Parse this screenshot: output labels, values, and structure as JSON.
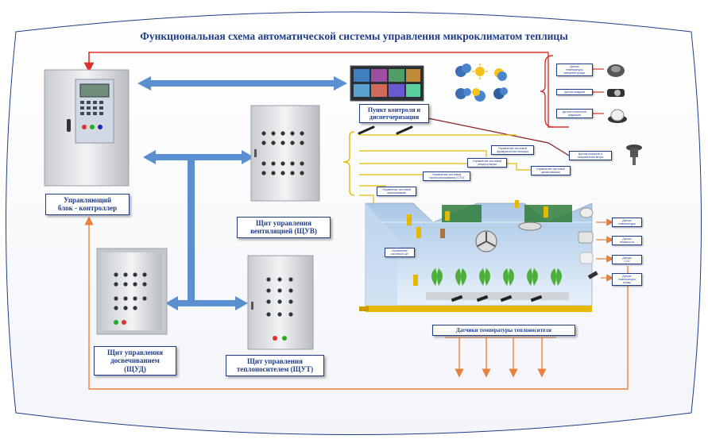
{
  "title": "Функциональная схема автоматической системы управления микроклиматом теплицы",
  "controller": {
    "label_lines": [
      "Управляющий",
      "блок - контроллер"
    ]
  },
  "dispatch": {
    "label_lines": [
      "Пункт контроля и",
      "диспетчеризации"
    ]
  },
  "ventilation_panel": {
    "label_lines": [
      "Щит управления",
      "вентиляцией (ЩУВ)"
    ]
  },
  "lighting_panel": {
    "label_lines": [
      "Щит управления",
      "досвечиванием",
      "(ЩУД)"
    ]
  },
  "heating_panel": {
    "label_lines": [
      "Щит управления",
      "теплоносителем (ЩУТ)"
    ]
  },
  "coolant_sensors": {
    "label": "Датчики температуры теплоносителя"
  },
  "outdoor_sensors": {
    "items": [
      {
        "lines": [
          "Датчик",
          "температуры",
          "внешней среды"
        ]
      },
      {
        "lines": [
          "Датчик осадков"
        ]
      },
      {
        "lines": [
          "Датчик солнечной",
          "радиации"
        ]
      },
      {
        "lines": [
          "Датчик скорости и",
          "направления ветра"
        ]
      }
    ]
  },
  "indoor_sensors": {
    "items": [
      {
        "lines": [
          "Датчик",
          "температуры"
        ]
      },
      {
        "lines": [
          "Датчик",
          "влажности"
        ]
      },
      {
        "lines": [
          "Датчик",
          "CO2"
        ]
      },
      {
        "lines": [
          "Датчик",
          "температуры",
          "почвы"
        ]
      }
    ]
  },
  "actuators": {
    "items": [
      {
        "lines": [
          "Управление системой",
          "фрамужной вентиляции"
        ]
      },
      {
        "lines": [
          "Управление системой",
          "рециркуляции"
        ]
      },
      {
        "lines": [
          "Управление системой",
          "туманообразования (СТО)"
        ]
      },
      {
        "lines": [
          "Управление системой",
          "досвечивания"
        ]
      },
      {
        "lines": [
          "Управление системой",
          "зашторивания"
        ]
      },
      {
        "lines": [
          "Управление",
          "системой ЩУ"
        ]
      }
    ]
  },
  "colors": {
    "arrow_blue": "#5b8fd0",
    "line_orange": "#e8823a",
    "line_red": "#d9332c",
    "title_blue": "#1f3c88"
  }
}
